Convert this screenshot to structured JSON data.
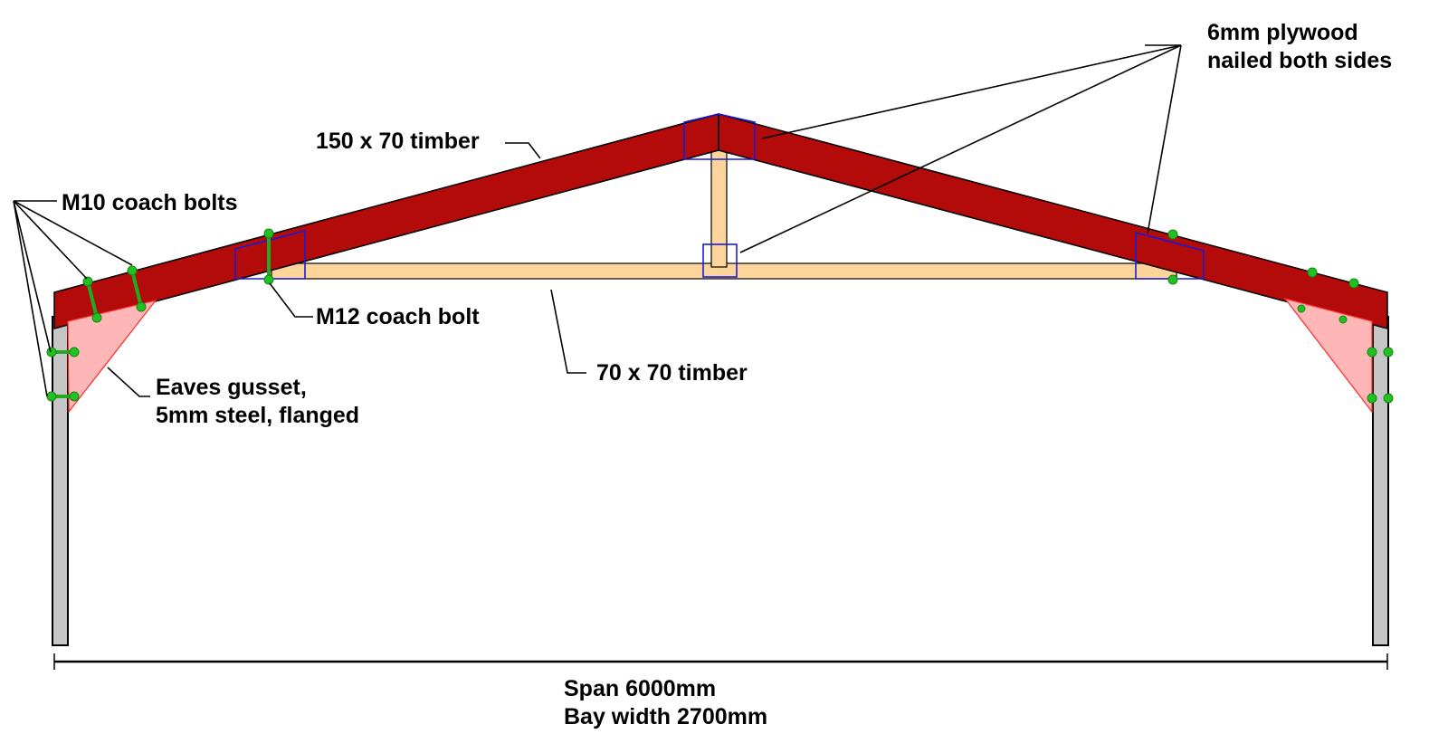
{
  "labels": {
    "plywood_line1": "6mm plywood",
    "plywood_line2": "nailed both sides",
    "rafter_timber": "150 x 70 timber",
    "m10_bolts": "M10 coach bolts",
    "m12_bolt": "M12 coach bolt",
    "tie_timber": "70 x 70 timber",
    "gusset_line1": "Eaves gusset,",
    "gusset_line2": "5mm steel, flanged",
    "span": "Span  6000mm",
    "bay_width": "Bay width  2700mm"
  },
  "colors": {
    "rafter": "#b30a0a",
    "tie_and_king_post": "#fdd49a",
    "post": "#c6c6c6",
    "gusset_fill": "#ffb6b6",
    "gusset_edge": "#ff2a2a",
    "plywood_outline": "#1a1adc",
    "bolt": "#1faa1f"
  }
}
